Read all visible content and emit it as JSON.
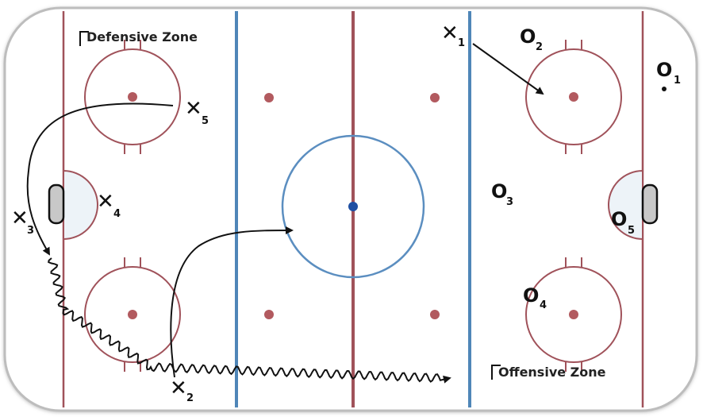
{
  "zones": {
    "defensive_label": "Defensive Zone",
    "offensive_label": "Offensive Zone"
  },
  "team_x": [
    {
      "symbol": "✕",
      "number": "1"
    },
    {
      "symbol": "✕",
      "number": "2"
    },
    {
      "symbol": "✕",
      "number": "3"
    },
    {
      "symbol": "✕",
      "number": "4"
    },
    {
      "symbol": "✕",
      "number": "5"
    }
  ],
  "team_o": [
    {
      "symbol": "O",
      "number": "1"
    },
    {
      "symbol": "O",
      "number": "2"
    },
    {
      "symbol": "O",
      "number": "3"
    },
    {
      "symbol": "O",
      "number": "4"
    },
    {
      "symbol": "O",
      "number": "5"
    }
  ],
  "colors": {
    "goal_line": "#a0525a",
    "blue_line": "#4f86b8",
    "center_line": "#a0525a",
    "faceoff_circle": "#a0525a",
    "center_circle": "#5b8ec0",
    "center_dot": "#1f4fa3",
    "faceoff_dot": "#b25a5f",
    "crease_fill": "#edf3f8",
    "net_fill": "#c8c8c8",
    "board_outline": "#bdbdbd",
    "path": "#111111"
  }
}
